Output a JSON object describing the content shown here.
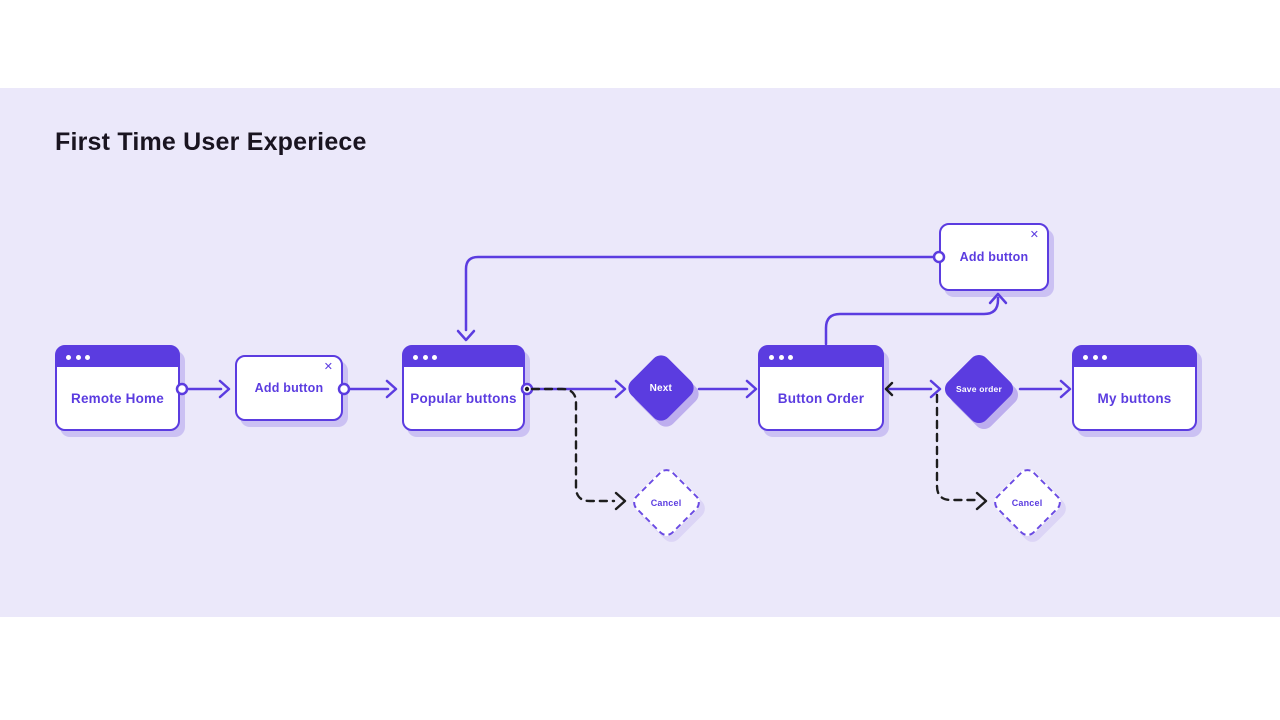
{
  "title": "First Time User Experiece",
  "colors": {
    "primary_purple": "#5b3ce0",
    "node_shadow": "#cbc1f3",
    "diamond_shadow": "#bdaeee",
    "background_lavender": "#ebe8fa",
    "band_white": "#ffffff",
    "dashed_line_black": "#1d1d1d",
    "title_text": "#191420"
  },
  "nodes": {
    "remote_home": {
      "label": "Remote Home",
      "type": "browser-window"
    },
    "add_button_modal": {
      "label": "Add button",
      "type": "modal",
      "close_icon": "✕"
    },
    "popular_buttons": {
      "label": "Popular buttons",
      "type": "browser-window"
    },
    "next_decision": {
      "label": "Next",
      "type": "decision"
    },
    "button_order": {
      "label": "Button Order",
      "type": "browser-window"
    },
    "save_order_decision": {
      "label": "Save order",
      "type": "decision"
    },
    "my_buttons": {
      "label": "My buttons",
      "type": "browser-window"
    },
    "add_button_modal_top": {
      "label": "Add button",
      "type": "modal",
      "close_icon": "✕"
    },
    "cancel_decision_left": {
      "label": "Cancel",
      "type": "decision-dashed"
    },
    "cancel_decision_right": {
      "label": "Cancel",
      "type": "decision-dashed"
    }
  }
}
